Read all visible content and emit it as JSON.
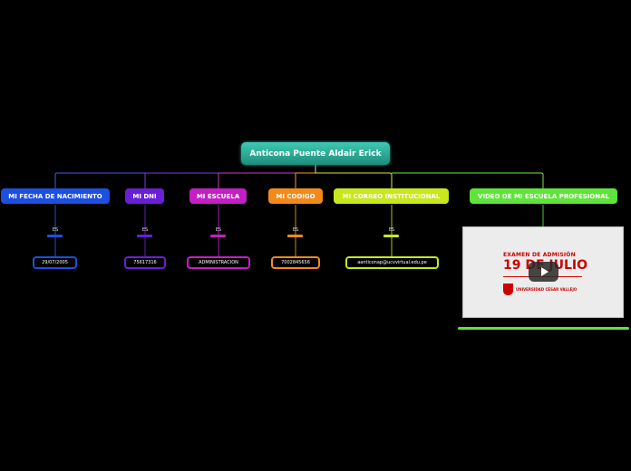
{
  "root": {
    "label": "Anticona Puente Aldair Erick"
  },
  "branches": [
    {
      "topic": "MI FECHA DE NACIMIENTO",
      "relation": "ES",
      "value": "29/07/2005",
      "color": "#1d4fe0"
    },
    {
      "topic": "MI DNI",
      "relation": "ES",
      "value": "75617316",
      "color": "#6a1fd6"
    },
    {
      "topic": "MI ESCUELA",
      "relation": "ES",
      "value": "ADMINISTRACION",
      "color": "#c41fc4"
    },
    {
      "topic": "MI CODIGO",
      "relation": "ES",
      "value": "7002845656",
      "color": "#f28a1a"
    },
    {
      "topic": "MI CORREO INSTITUCIONAL",
      "relation": "ES",
      "value": "aanticonap@ucvvirtual.edu.pe",
      "color": "#c8e81c"
    },
    {
      "topic": "VIDEO DE MI ESCUELA PROFESIONAL",
      "color": "#5fe43a"
    }
  ],
  "video": {
    "line1": "EXAMEN DE ADMISIÓN",
    "line2": "19 DE JULIO",
    "line3": "UNIVERSIDAD CÉSAR VALLEJO",
    "play_icon": "play-icon"
  }
}
